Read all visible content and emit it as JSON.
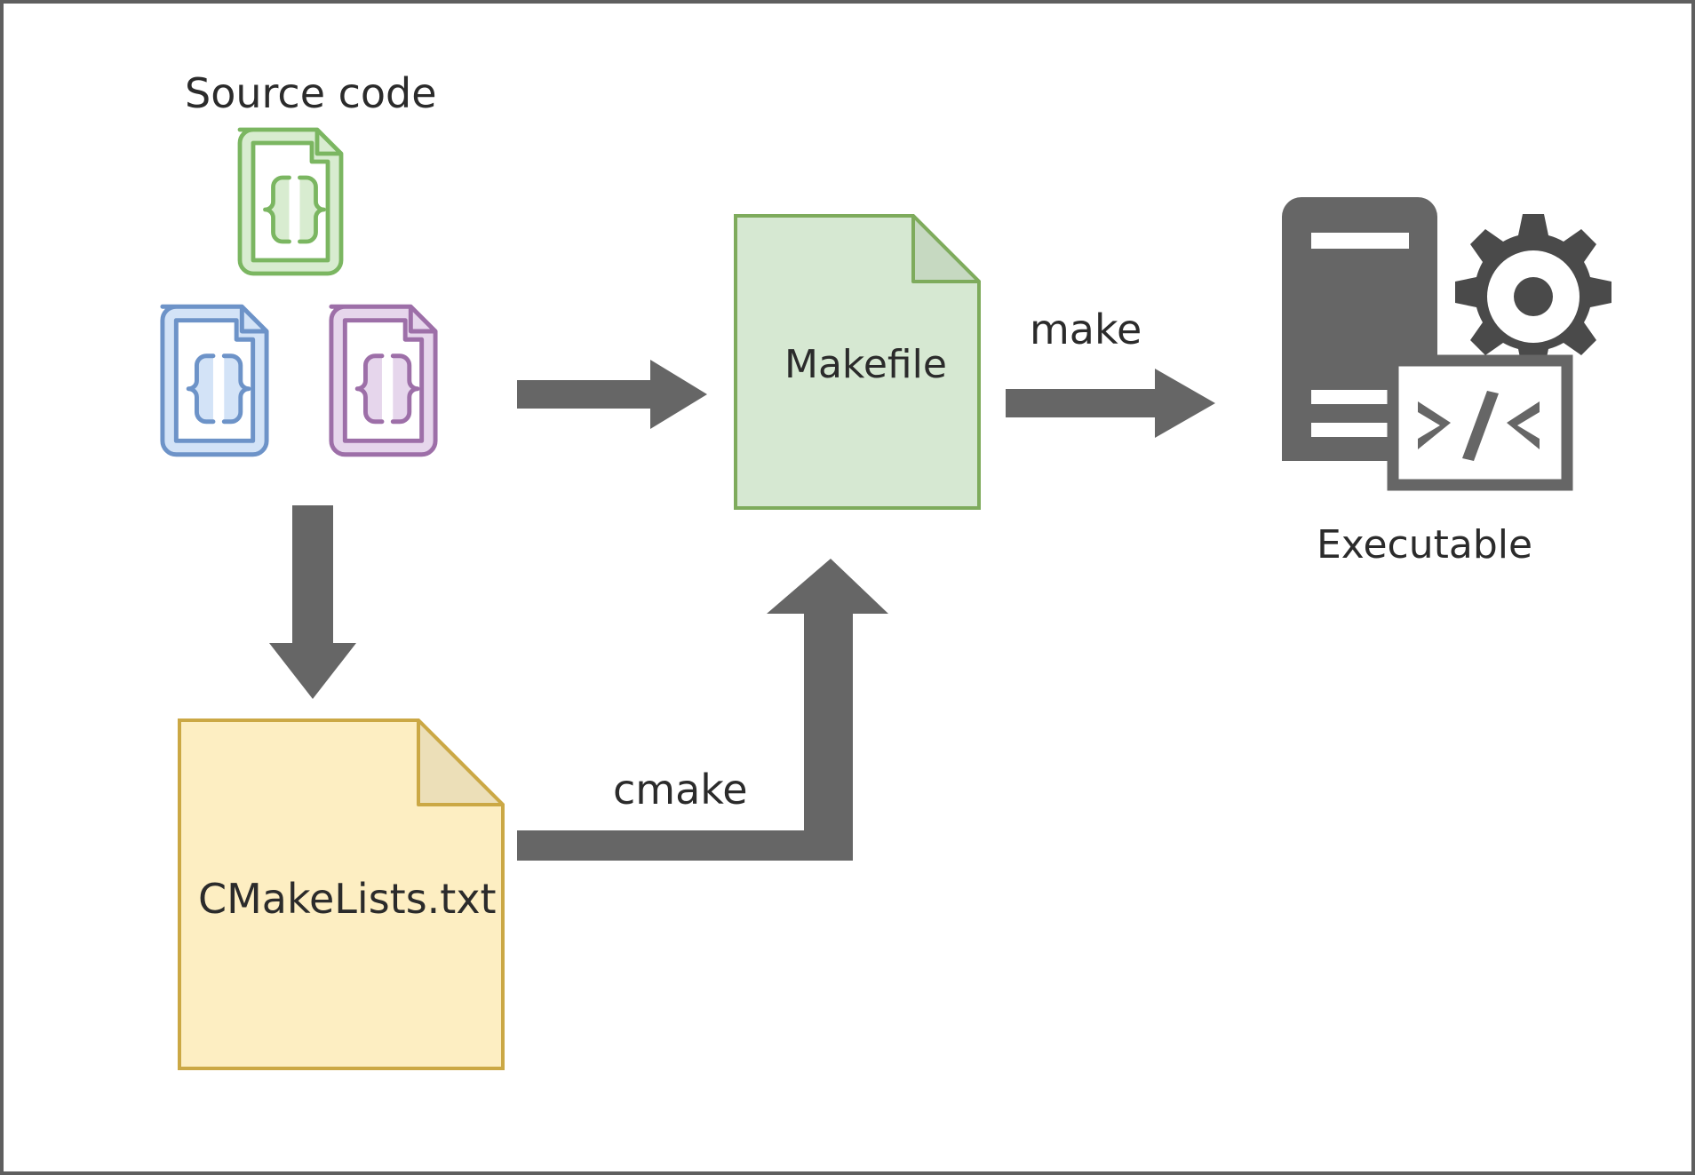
{
  "diagram": {
    "title": "CMake build pipeline diagram",
    "background_color": "#ffffff",
    "border_color": "#5f5f5f",
    "arrow_color": "#666666",
    "text_color": "#2b2b2b"
  },
  "labels": {
    "source_code": "Source code",
    "makefile": "Makefile",
    "executable": "Executable",
    "cmakelists": "CMakeLists.txt",
    "make": "make",
    "cmake": "cmake"
  },
  "nodes": {
    "source_files": [
      {
        "name": "source-file-green",
        "icon": "code-file-icon",
        "stroke": "#7bb661",
        "fill": "#d8ecd0"
      },
      {
        "name": "source-file-blue",
        "icon": "code-file-icon",
        "stroke": "#6d93c8",
        "fill": "#d3e3f7"
      },
      {
        "name": "source-file-purple",
        "icon": "code-file-icon",
        "stroke": "#9d6fa8",
        "fill": "#e6d6ec"
      }
    ],
    "makefile_doc": {
      "icon": "document-icon",
      "fill": "#d6e8d2",
      "stroke": "#7eab5c",
      "fold_fill": "#c6d9c1"
    },
    "cmakelists_doc": {
      "icon": "document-icon",
      "fill": "#fdeec2",
      "stroke": "#cba845",
      "fold_fill": "#ecdfb8"
    },
    "executable_icon": {
      "icon": "computer-gear-code-icon",
      "tower_color": "#666666",
      "gear_color": "#4a4a4a",
      "window_border": "#666666",
      "window_fill": "#ffffff"
    }
  },
  "edges": [
    {
      "name": "edge-source-to-makefile",
      "from": "source-files",
      "to": "makefile",
      "direction": "right",
      "label": ""
    },
    {
      "name": "edge-makefile-to-exec",
      "from": "makefile",
      "to": "executable",
      "direction": "right",
      "label": "make"
    },
    {
      "name": "edge-source-to-cmakelists",
      "from": "source-files",
      "to": "cmakelists",
      "direction": "down",
      "label": ""
    },
    {
      "name": "edge-cmakelists-to-makefile",
      "from": "cmakelists",
      "to": "makefile",
      "direction": "right-then-up",
      "label": "cmake"
    }
  ]
}
